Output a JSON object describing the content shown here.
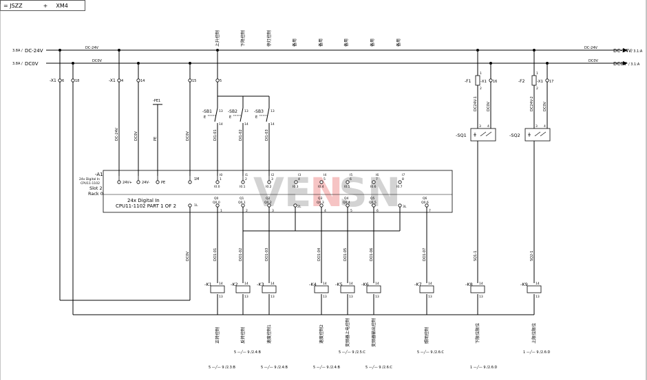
{
  "header": {
    "page_label": "= JSZZ",
    "plus": "+",
    "location": "XM4"
  },
  "watermark": {
    "text_a": "VE",
    "text_n": "N",
    "text_b": "SN"
  },
  "supply": {
    "pos_in_rating": "3.8A /",
    "pos_in_name": "DC-24V",
    "pos_wire": "DC-24V",
    "neg_in_rating": "3.8A /",
    "neg_in_name": "DC0V",
    "neg_wire": "DC0V",
    "pos_out_name": "DC-24V",
    "pos_out_rating": "/ 3.1:A",
    "neg_out_name": "DC0V",
    "neg_out_rating": "/ 3.1:A",
    "pos_out_wire": "DC-24V",
    "neg_out_wire": "DC0V"
  },
  "top_labels": [
    "上升控制",
    "下降控制",
    "停灯控制",
    "备用",
    "备用",
    "备用",
    "备用",
    "备用"
  ],
  "terminals": {
    "x1a": "-X1",
    "x1a_6": "6",
    "x1a_18": "18",
    "x1b": "-X1",
    "x1b_4": "4",
    "x1b_14": "14",
    "x1b_15": "15",
    "x1b_5": "5",
    "pe": "-PE1",
    "f1": "-F1",
    "f1_x1": "-X1",
    "f1_pin": "16",
    "f1_1": "1",
    "f1_2": "2",
    "f2": "-F2",
    "f2_x1": "-X1",
    "f2_pin": "17",
    "f2_1": "1",
    "f2_2": "2"
  },
  "switches": [
    {
      "tag": "-SB1",
      "n1": "13",
      "n2": "14",
      "e": "E"
    },
    {
      "tag": "-SB2",
      "n1": "13",
      "n2": "14",
      "e": "E"
    },
    {
      "tag": "-SB3",
      "n1": "13",
      "n2": "14",
      "e": "E"
    }
  ],
  "wire_labels": {
    "dc24": "DC-24V",
    "dc0": "DC0V",
    "pe": "PE",
    "dc0b": "DC0V",
    "di1": "DI1-01",
    "di2": "DI1-02",
    "di3": "DI1-03",
    "f1a": "DC24V-1",
    "f1b": "DC0V",
    "f2a": "DC24V-2",
    "f2b": "DC0V",
    "left_dc0": "DC0V"
  },
  "sensors": [
    {
      "tag": "-SQ1",
      "a": "3",
      "b": "4"
    },
    {
      "tag": "-SQ2",
      "a": "3",
      "b": "4"
    }
  ],
  "plc": {
    "tag": "-A1",
    "desc1": "24x Digital In",
    "desc2": "CPU11-1102",
    "slot": "Slot 2",
    "rack": "Rack 0",
    "module_title": "24x Digital In",
    "module_sub": "CPU11-1102 PART 1 OF 2",
    "pwr": [
      "24V+",
      "24V-",
      "PE",
      "1M"
    ],
    "inputs": [
      {
        "name": "I0",
        "pin": "1",
        "addr": "I0.0"
      },
      {
        "name": "I1",
        "pin": "2",
        "addr": "I0.1"
      },
      {
        "name": "I2",
        "pin": "3",
        "addr": "I0.2"
      },
      {
        "name": "I3",
        "pin": "4",
        "addr": "I0.3"
      },
      {
        "name": "I4",
        "pin": "5",
        "addr": "I0.4"
      },
      {
        "name": "I5",
        "pin": "6",
        "addr": "I0.5"
      },
      {
        "name": "I6",
        "pin": "7",
        "addr": "I0.6"
      },
      {
        "name": "I7",
        "pin": "8",
        "addr": "I0.7"
      }
    ],
    "outputs": [
      {
        "name": "Q0",
        "addr": "Q0.0",
        "pin": "1"
      },
      {
        "name": "Q1",
        "addr": "Q0.1",
        "pin": "2"
      },
      {
        "name": "Q2",
        "addr": "Q0.2",
        "pin": "3"
      },
      {
        "name": "Q3",
        "addr": "Q0.3",
        "pin": "4"
      },
      {
        "name": "Q4",
        "addr": "Q0.4",
        "pin": "5"
      },
      {
        "name": "Q5",
        "addr": "Q0.5",
        "pin": "6"
      },
      {
        "name": "Q6",
        "addr": "Q0.6",
        "pin": "7"
      }
    ],
    "commons": [
      "1L",
      "2L",
      "3L"
    ]
  },
  "do_labels": [
    "DO1-01",
    "DO1-02",
    "DO1-03",
    "DO1-04",
    "DO1-05",
    "DO1-06",
    "DO1-07",
    "SQ1-1",
    "SQ2-1"
  ],
  "relays": [
    {
      "tag": "-K1",
      "a": "14",
      "b": "13"
    },
    {
      "tag": "-K2",
      "a": "14",
      "b": "13"
    },
    {
      "tag": "-K3",
      "a": "14",
      "b": "13"
    },
    {
      "tag": "-K4",
      "a": "14",
      "b": "13"
    },
    {
      "tag": "-K5",
      "a": "14",
      "b": "13"
    },
    {
      "tag": "-K6",
      "a": "14",
      "b": "13"
    },
    {
      "tag": "-K7",
      "a": "14",
      "b": "13"
    },
    {
      "tag": "-K8",
      "a": "14",
      "b": "13"
    },
    {
      "tag": "-K9",
      "a": "14",
      "b": "13"
    }
  ],
  "bottom_labels": [
    "正转控制",
    "反转控制",
    "速度控制1",
    "速度控制2",
    "变频器上电控制",
    "变频器输出控制",
    "照明控制",
    "下限位限位",
    "上限位限位"
  ],
  "refs": {
    "r1": "5 —╱— 9  /2.4:B",
    "r2": "5 —╱— 9  /2.5:C",
    "r3": "5 —╱— 9  /2.6:C",
    "r4": "1 —╱— 9  /2.6:D",
    "b1": "5 —╱— 9  /2.3:B",
    "b2": "5 —╱— 9  /2.4:B",
    "b3": "5 —╱— 9  /2.4:B",
    "b4": "5 —╱— 9  /2.6:C",
    "b5": "1 —╱— 9  /2.6:D"
  }
}
